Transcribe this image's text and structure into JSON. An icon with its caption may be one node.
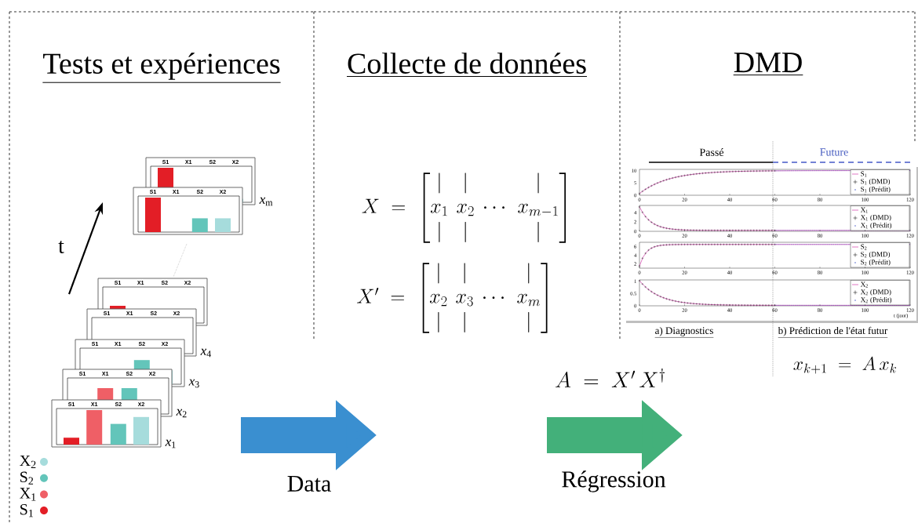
{
  "diagram": {
    "nodes": [
      {
        "text": [
          "Tests et expériences"
        ]
      },
      {
        "text": [
          "Collecte de données"
        ]
      },
      {
        "text": [
          "DMD"
        ]
      }
    ],
    "labels": [
      "t",
      "S1",
      "X1",
      "S2",
      "X2",
      "S1",
      "X1",
      "S2",
      "X2",
      "S1",
      "X1",
      "S2",
      "X2",
      "S1",
      "X1",
      "S2",
      "X2",
      "S1",
      "X1",
      "S2",
      "X2",
      "S1",
      "X1",
      "S2",
      "X2",
      "S1",
      "X1",
      "S2",
      "X2",
      "*x*$_{m}$",
      "*x*$_{4}$",
      "*x*$_{3}$",
      "*x*$_{2}$",
      "*x*$_{1}$",
      "Data",
      "X \\;=\\; \\begin{bmatrix} \\vert & \\vert & & \\vert \\\\ x_1 & x_2 & \\cdots & x_{m-1} \\\\ \\vert & \\vert & & \\vert \\end{bmatrix}",
      "X' \\;=\\; \\begin{bmatrix} \\vert & \\vert & & \\vert \\\\ x_2 & x_3 & \\cdots & x_{m} \\\\ \\vert & \\vert & & \\vert \\end{bmatrix}",
      "A \\;=\\; X' \\, X^{\\dagger}",
      "Régression",
      "Passé",
      "Future",
      "10",
      "5",
      "0",
      "S$_{1}$",
      "S$_{1}$ (DMD)",
      "S$_{1}$ (Prédit)",
      "0",
      "20",
      "40",
      "60",
      "80",
      "100",
      "120",
      "4",
      "2",
      "0",
      "X$_{1}$",
      "X$_{1}$ (DMD)",
      "X$_{1}$ (Prédit)",
      "0",
      "20",
      "40",
      "60",
      "80",
      "100",
      "120",
      "6",
      "4",
      "2",
      "S$_{2}$",
      "S$_{2}$ (DMD)",
      "S$_{2}$ (Prédit)",
      "0",
      "20",
      "40",
      "60",
      "80",
      "100",
      "120",
      "1",
      "0.5",
      "0",
      "X$_{2}$",
      "X$_{2}$ (DMD)",
      "X$_{2}$ (Prédit)",
      "0",
      "20",
      "40",
      "60",
      "80",
      "100",
      "120",
      "t (jour)",
      "a) Diagnostics",
      "b) Prédiction de l'état futur",
      "x_{k+1} \\;=\\; A \\, x_k"
    ],
    "legend": [
      {
        "text": "X$_{2}$",
        "color": "#a6dcdc"
      },
      {
        "text": "S$_{2}$",
        "color": "#63c5ba"
      },
      {
        "text": "X$_{1}$",
        "color": "#ef5f66"
      },
      {
        "text": "S$_{1}$",
        "color": "#e31e26"
      }
    ]
  }
}
